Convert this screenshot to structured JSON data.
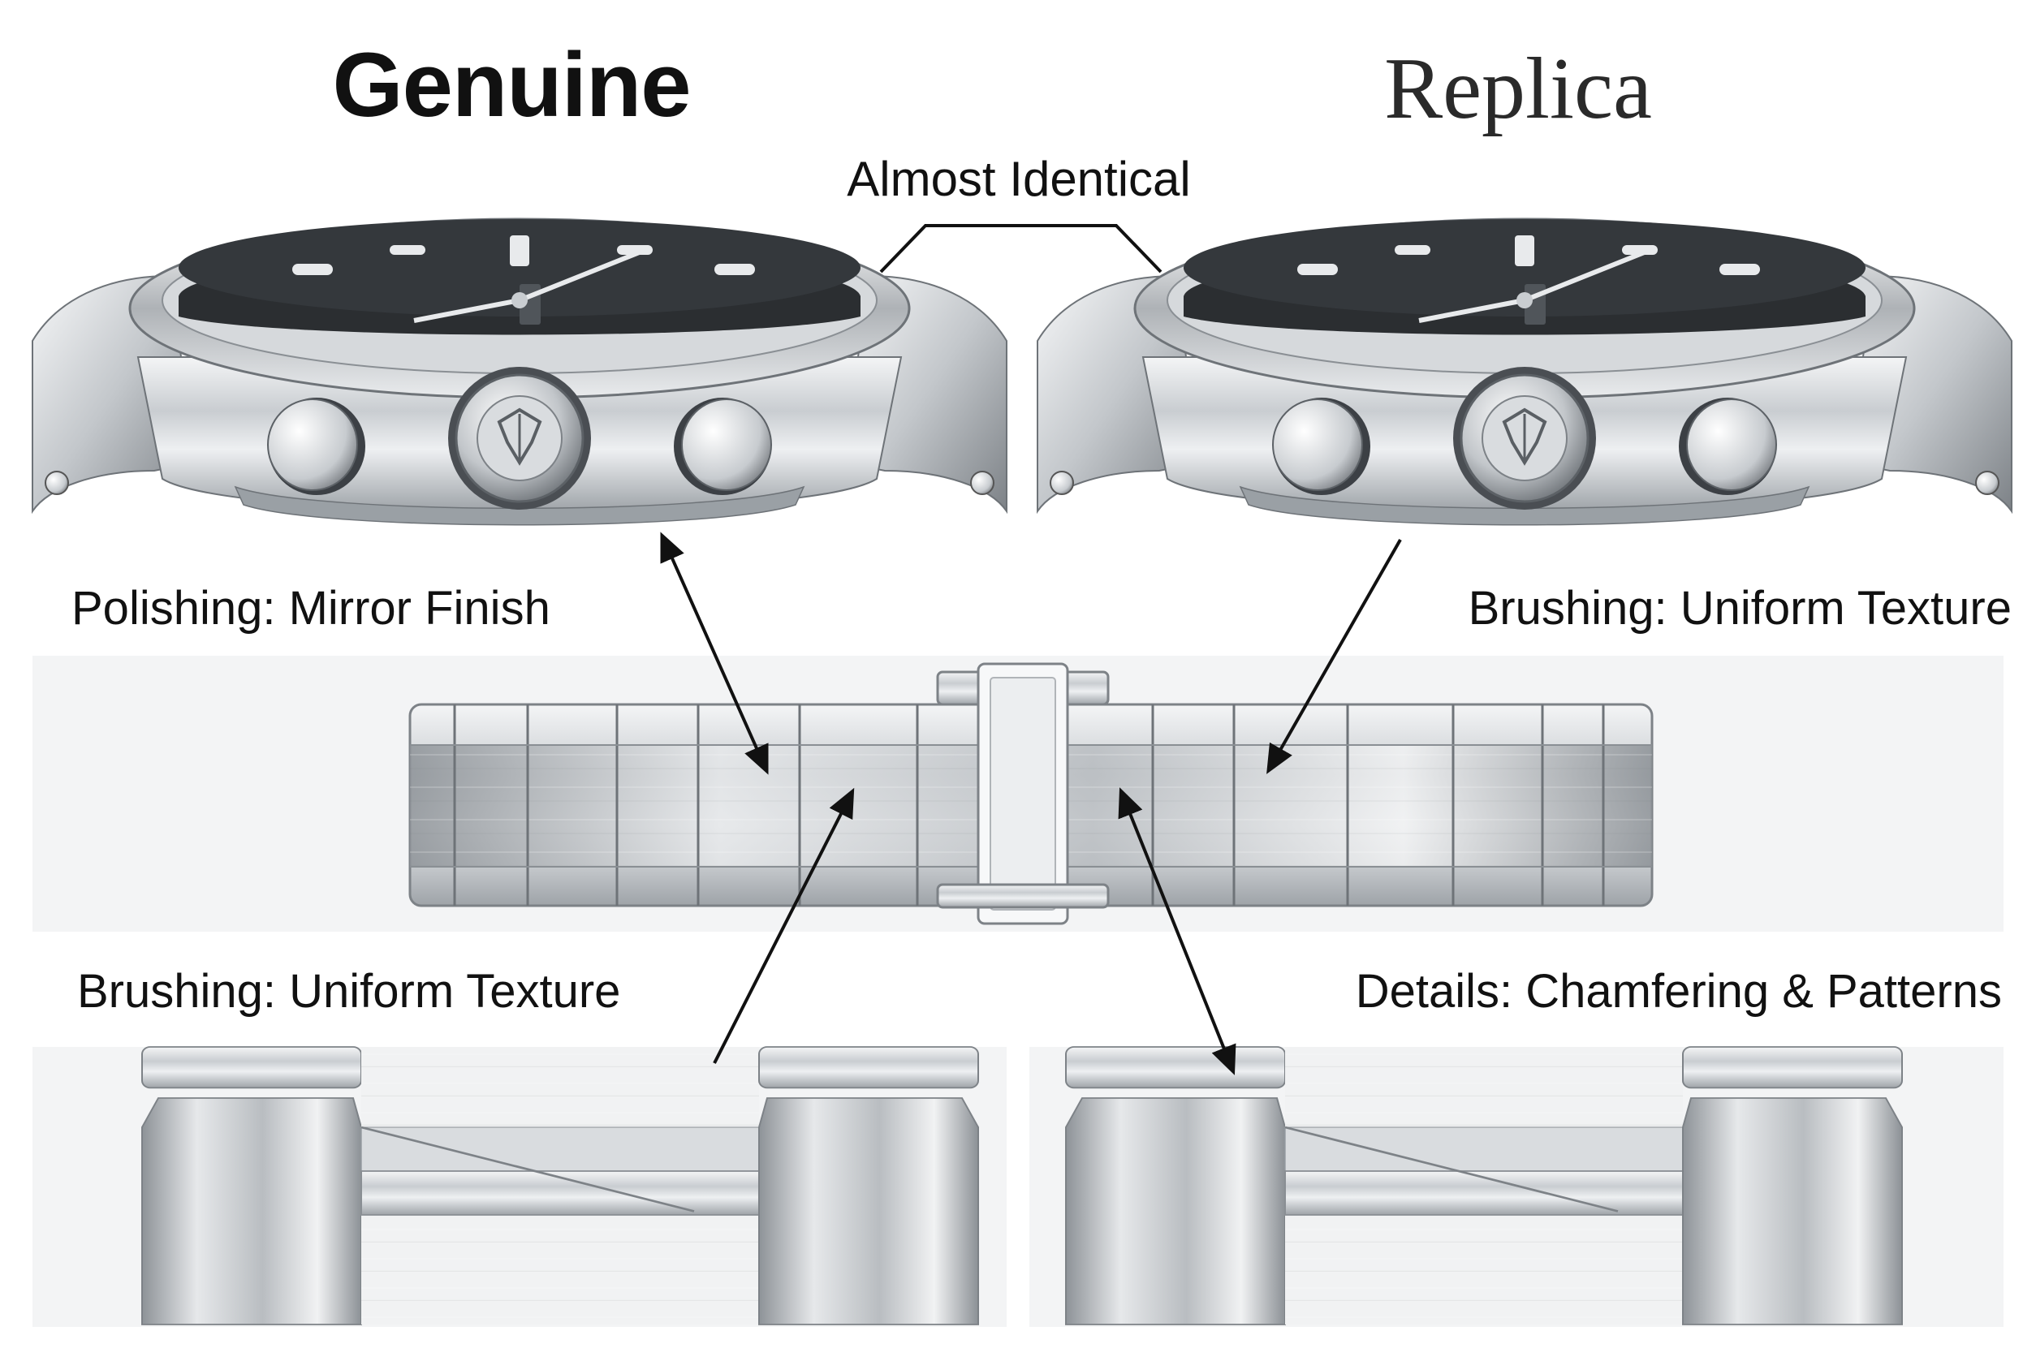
{
  "titles": {
    "genuine": "Genuine",
    "replica": "Replica"
  },
  "center_label": "Almost Identical",
  "callouts": {
    "genuine_polishing": "Polishing: Mirror Finish",
    "replica_brushing": "Brushing: Uniform Texture",
    "genuine_brushing": "Brushing: Uniform Texture",
    "replica_details": "Details: Chamfering & Patterns"
  },
  "icons": {
    "watch_case": "watch-case-icon",
    "crown_logo": "crown-logo-icon",
    "bracelet": "bracelet-icon",
    "clasp": "clasp-icon",
    "arrow": "arrow-icon"
  },
  "colors": {
    "text": "#111111",
    "steel_light": "#e8eaec",
    "steel_mid": "#b8bcc0",
    "steel_dark": "#6e7378",
    "dial": "#2b2e31",
    "panel_bg": "#f3f4f5"
  }
}
